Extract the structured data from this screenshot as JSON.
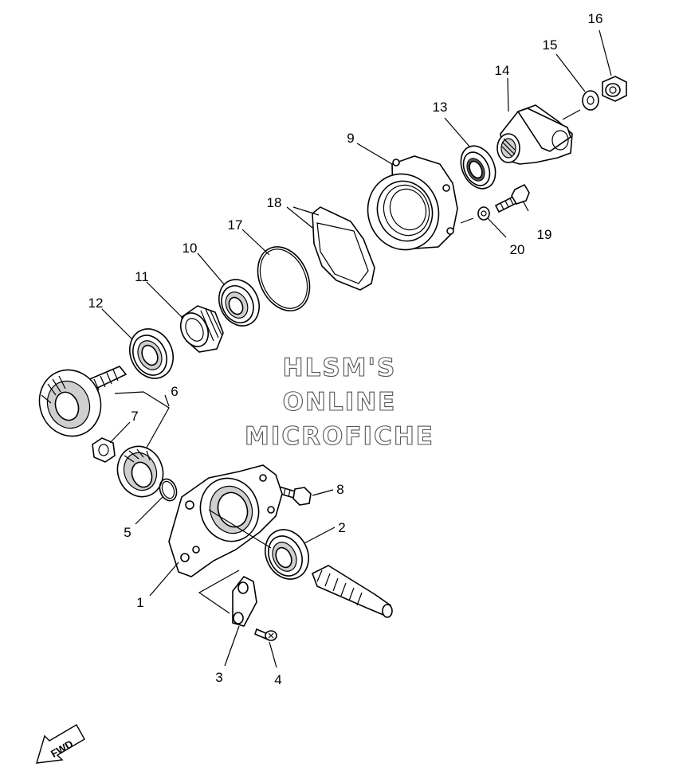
{
  "watermark": {
    "line1": "HLSM'S",
    "line2": "ONLINE",
    "line3": "MICROFICHE"
  },
  "fwd_label": "FWD",
  "callouts": [
    "1",
    "2",
    "3",
    "4",
    "5",
    "6",
    "7",
    "8",
    "9",
    "10",
    "11",
    "12",
    "13",
    "14",
    "15",
    "16",
    "17",
    "18",
    "19",
    "20"
  ]
}
